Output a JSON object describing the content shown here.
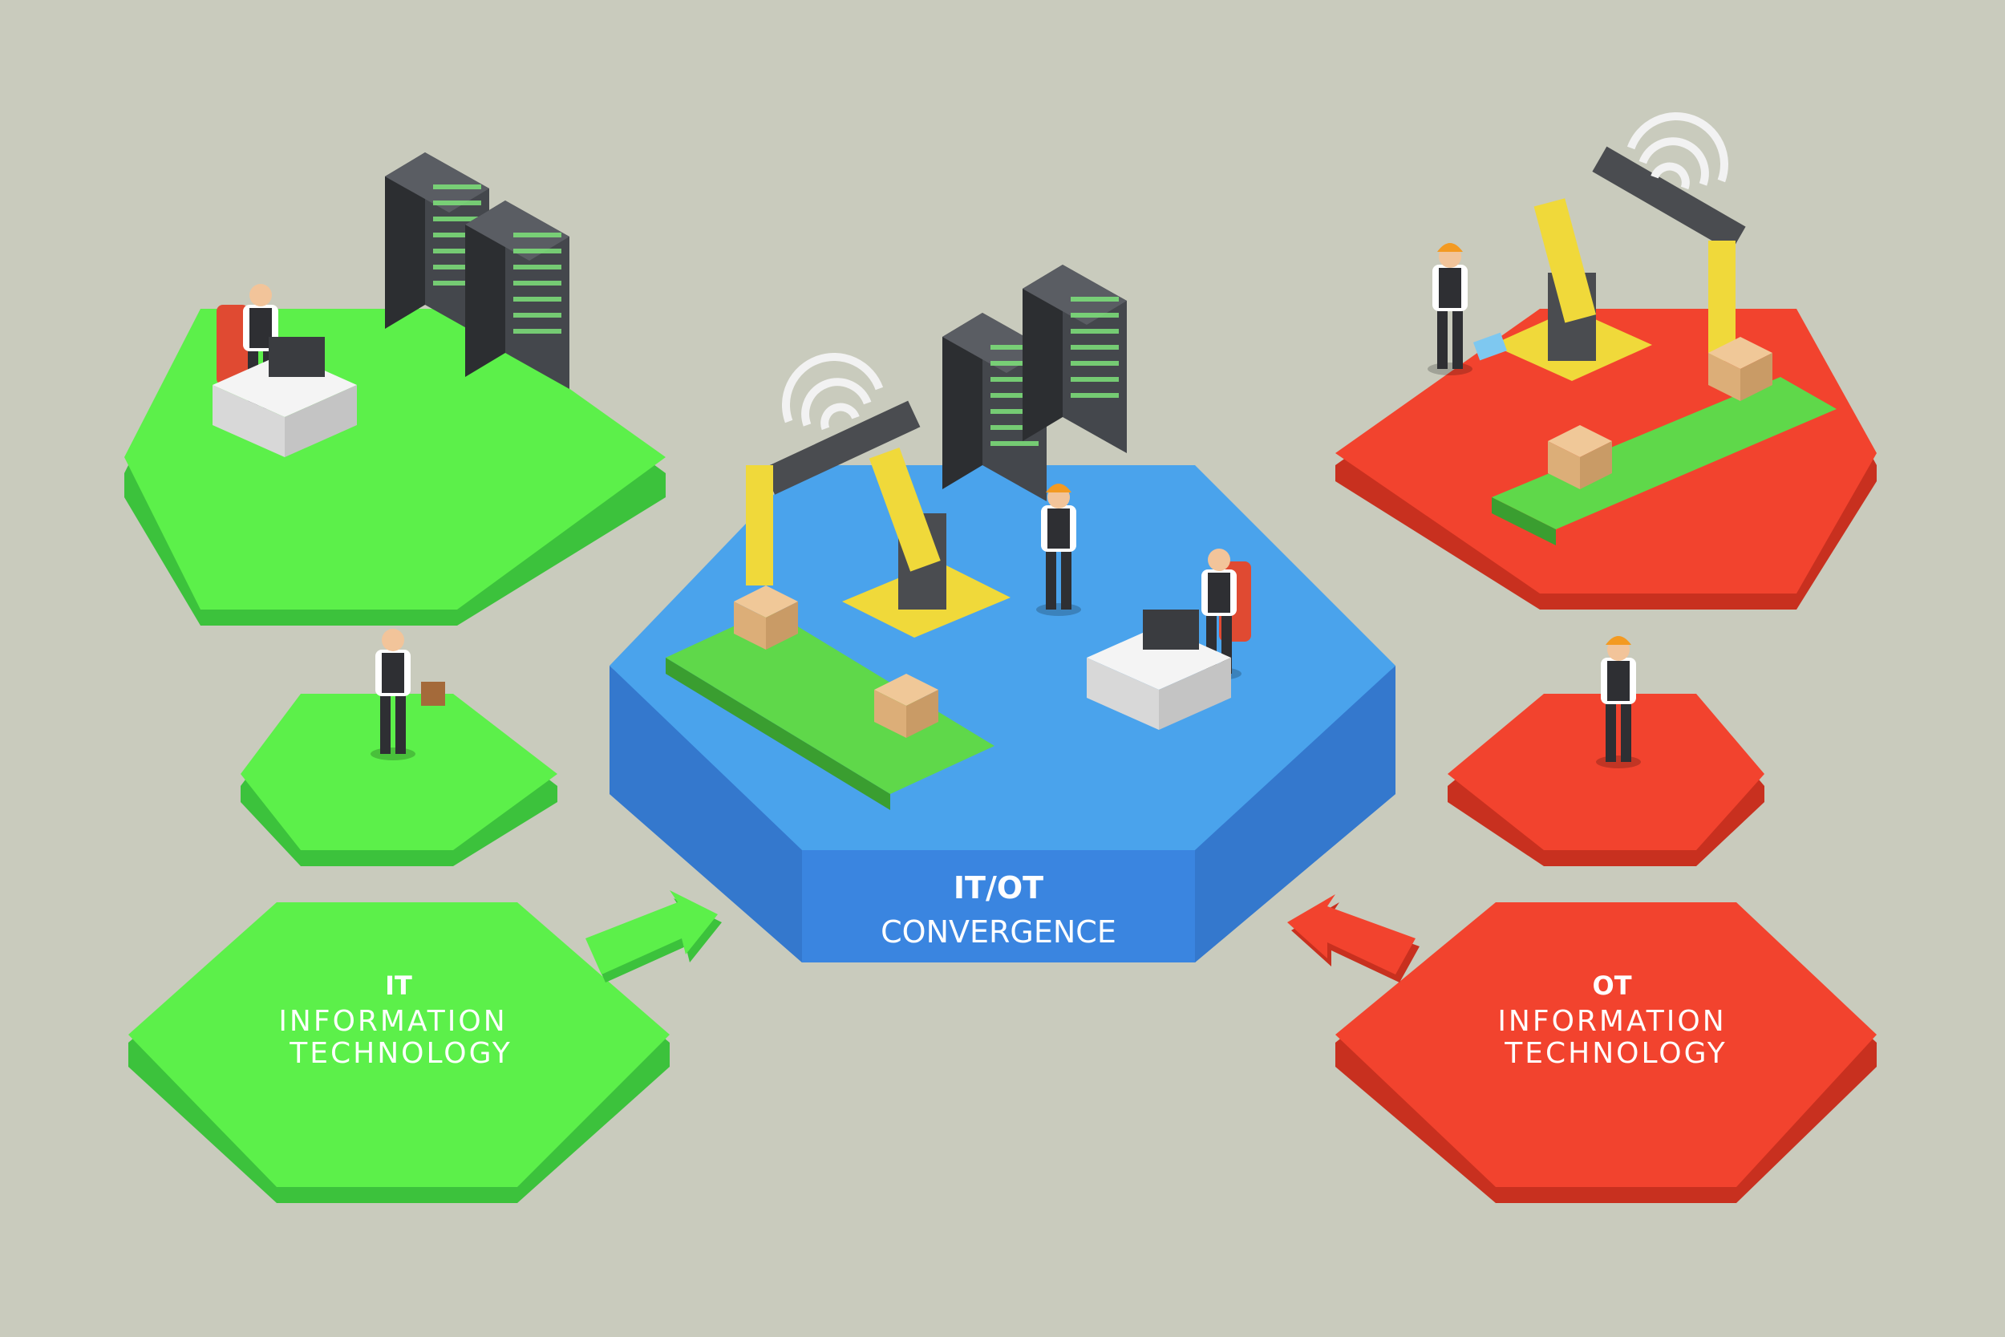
{
  "colors": {
    "background": "#c9cbbd",
    "it_top": "#5cf04a",
    "it_side": "#3cc23c",
    "ot_top": "#f2432e",
    "ot_side": "#c8301f",
    "conv_top": "#4aa3ec",
    "conv_side": "#3a85e0",
    "robot_yellow": "#f0d93a",
    "server_dark": "#3a3c40",
    "conveyor_green": "#5fd84a"
  },
  "it_label": {
    "title": "IT",
    "line1": "INFORMATION",
    "line2": "TECHNOLOGY"
  },
  "ot_label": {
    "title": "OT",
    "line1": "INFORMATION",
    "line2": "TECHNOLOGY"
  },
  "convergence": {
    "title": "IT/OT",
    "subtitle": "CONVERGENCE"
  },
  "icons": {
    "it_to_convergence": "arrow-icon",
    "ot_to_convergence": "arrow-icon",
    "wifi": "wifi-icon"
  }
}
